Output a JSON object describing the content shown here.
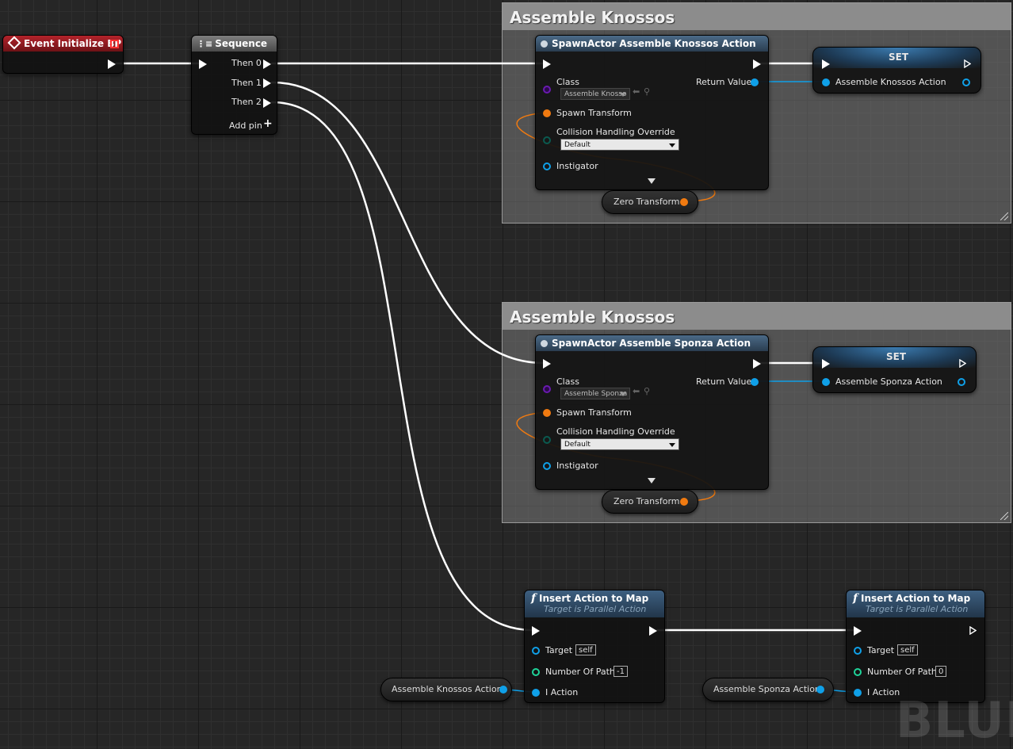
{
  "colors": {
    "exec": "#ffffff",
    "object_pin": "#0fa0e8",
    "transform_pin": "#f07a10",
    "class_pin": "#6a1ab0",
    "enum_pin": "#0a5a50",
    "int_pin": "#1fd49a"
  },
  "watermark": "BLUEP",
  "comments": [
    {
      "title": "Assemble Knossos"
    },
    {
      "title": "Assemble Knossos"
    }
  ],
  "event_node": {
    "title": "Event Initialize BP"
  },
  "sequence_node": {
    "title": "Sequence",
    "outputs": [
      "Then 0",
      "Then 1",
      "Then 2"
    ],
    "add_pin": "Add pin"
  },
  "spawn_nodes": [
    {
      "title": "SpawnActor Assemble Knossos Action",
      "class_label": "Class",
      "class_value": "Assemble Knosso",
      "return_label": "Return Value",
      "spawn_transform": "Spawn Transform",
      "collision_label": "Collision Handling Override",
      "collision_value": "Default",
      "instigator": "Instigator"
    },
    {
      "title": "SpawnActor Assemble Sponza Action",
      "class_label": "Class",
      "class_value": "Assemble Sponza",
      "return_label": "Return Value",
      "spawn_transform": "Spawn Transform",
      "collision_label": "Collision Handling Override",
      "collision_value": "Default",
      "instigator": "Instigator"
    }
  ],
  "set_nodes": [
    {
      "title": "SET",
      "var": "Assemble Knossos Action"
    },
    {
      "title": "SET",
      "var": "Assemble Sponza Action"
    }
  ],
  "zero_transform_nodes": [
    {
      "label": "Zero Transform"
    },
    {
      "label": "Zero Transform"
    }
  ],
  "insert_nodes": [
    {
      "title": "Insert Action to Map",
      "subtitle": "Target is Parallel Action",
      "target_label": "Target",
      "target_value": "self",
      "path_label": "Number Of Path",
      "path_value": "-1",
      "action_label": "I Action"
    },
    {
      "title": "Insert Action to Map",
      "subtitle": "Target is Parallel Action",
      "target_label": "Target",
      "target_value": "self",
      "path_label": "Number Of Path",
      "path_value": "0",
      "action_label": "I Action"
    }
  ],
  "getter_nodes": [
    {
      "label": "Assemble Knossos Action"
    },
    {
      "label": "Assemble Sponza Action"
    }
  ]
}
